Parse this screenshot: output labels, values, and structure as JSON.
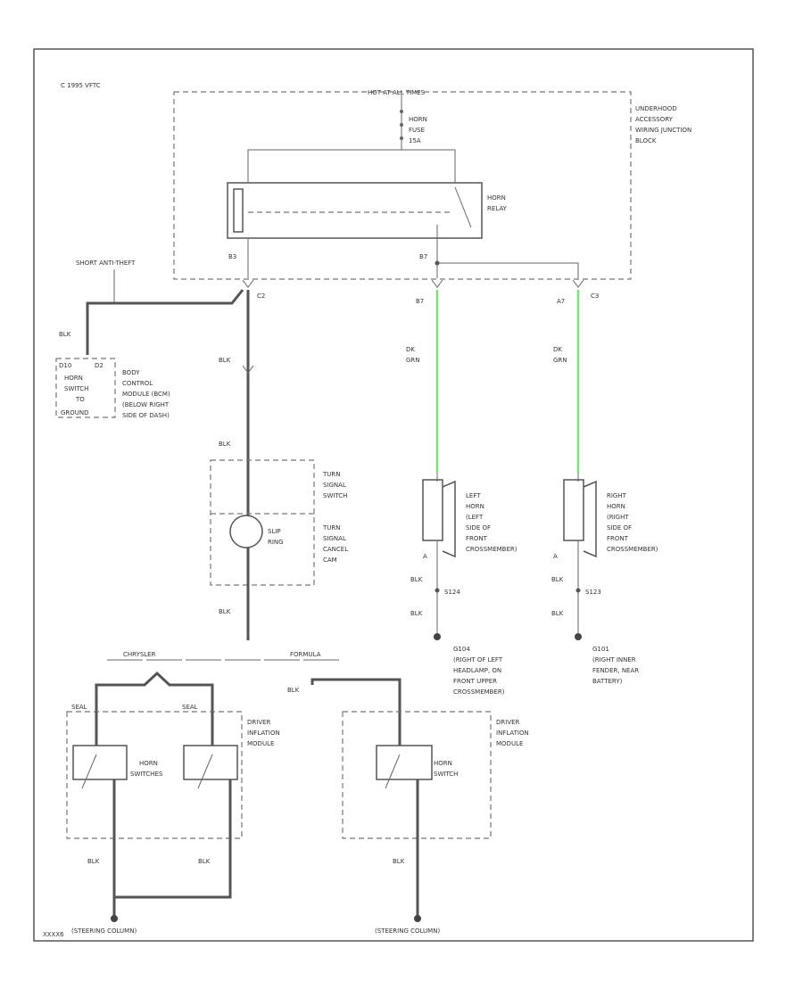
{
  "header": {
    "copyright": "C 1995 VFTC",
    "footer_code": "XXXX6"
  },
  "junction_block": {
    "hot_label": "HOT AT ALL TIMES",
    "name_lines": [
      "UNDERHOOD",
      "ACCESSORY",
      "WIRING JUNCTION",
      "BLOCK"
    ],
    "fuse_lines": [
      "HORN",
      "FUSE",
      "15A"
    ],
    "relay_lines": [
      "HORN",
      "RELAY"
    ],
    "pin_left": "B3",
    "pin_right": "B7"
  },
  "theft": {
    "label": "SHORT ANTI-THEFT"
  },
  "connectors": {
    "c2": "C2",
    "c3": "C3",
    "b7": "B7",
    "a7": "A7",
    "c3_pin_b7": "B7"
  },
  "bcm": {
    "pin_left": "D10",
    "pin_right": "D2",
    "box_lines": [
      "HORN",
      "SWITCH",
      "TO",
      "GROUND"
    ],
    "location_lines": [
      "BODY",
      "CONTROL",
      "MODULE (BCM)",
      "(BELOW RIGHT",
      "SIDE OF DASH)"
    ]
  },
  "wires": {
    "blk_bcm": "BLK",
    "blk_c2": "BLK",
    "blk_turn": "BLK",
    "blk_left_1": "BLK",
    "blk_left_2": "BLK",
    "blk_right_1": "BLK",
    "blk_right_2": "BLK",
    "dk_grn_left": [
      "DK",
      "GRN"
    ],
    "dk_grn_right": [
      "DK",
      "GRN"
    ],
    "blk_bottom": [
      "BLK",
      "BLK",
      "BLK"
    ]
  },
  "turn_switch": {
    "upper_lines": [
      "TURN",
      "SIGNAL",
      "SWITCH"
    ],
    "lower_lines": [
      "TURN",
      "SIGNAL",
      "CANCEL",
      "CAM"
    ],
    "slip_ring_lines": [
      "SLIP",
      "RING"
    ]
  },
  "left_horn": {
    "name_lines": [
      "LEFT",
      "HORN",
      "(LEFT",
      "SIDE OF",
      "FRONT",
      "CROSSMEMBER)"
    ],
    "pin": "A",
    "splice": "S124",
    "ground_name": "G104",
    "ground_lines": [
      "(RIGHT OF LEFT",
      "HEADLAMP, ON",
      "FRONT UPPER",
      "CROSSMEMBER)"
    ]
  },
  "right_horn": {
    "name_lines": [
      "RIGHT",
      "HORN",
      "(RIGHT",
      "SIDE OF",
      "FRONT",
      "CROSSMEMBER)"
    ],
    "pin": "A",
    "splice": "S123",
    "ground_name": "G101",
    "ground_lines": [
      "(RIGHT INNER",
      "FENDER, NEAR",
      "BATTERY)"
    ]
  },
  "options": {
    "left": "CHRYSLER",
    "right": "FORMULA"
  },
  "steering_left": {
    "pin_left": "SEAL",
    "pin_right": "SEAL",
    "module_lines": [
      "DRIVER",
      "INFLATION",
      "MODULE"
    ],
    "switch_lines": [
      "HORN",
      "SWITCHES"
    ],
    "ground_label": "(STEERING COLUMN)"
  },
  "steering_right": {
    "wire_label": "BLK",
    "module_lines": [
      "DRIVER",
      "INFLATION",
      "MODULE"
    ],
    "switch_lines": [
      "HORN",
      "SWITCH"
    ],
    "ground_label": "(STEERING COLUMN)"
  },
  "colors": {
    "green_wire": "#7fe07f",
    "line": "#666666"
  }
}
